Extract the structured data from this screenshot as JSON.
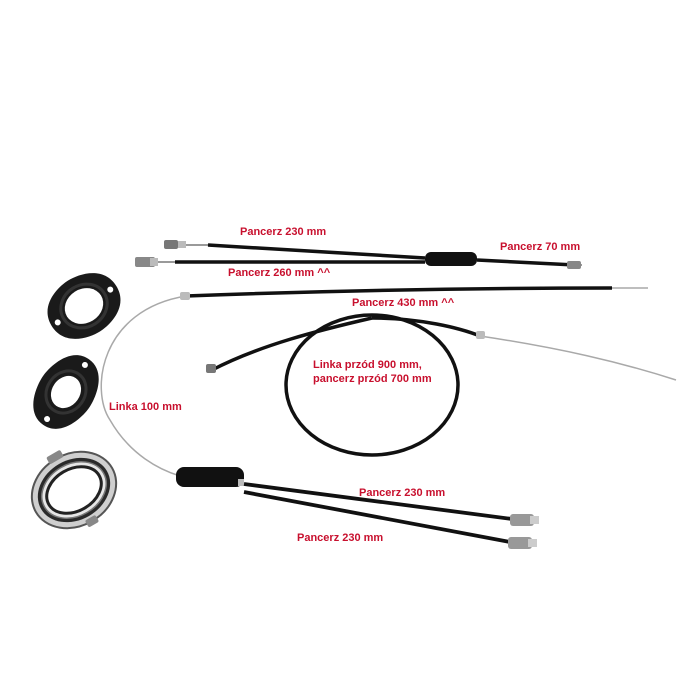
{
  "colors": {
    "label": "#c8102e",
    "housing": "#111111",
    "wire": "#a9a9a9",
    "metal": "#9a9a9a",
    "background": "#ffffff"
  },
  "labels": {
    "top_left_housing": "Pancerz 230 mm",
    "top_right_housing": "Pancerz 70 mm",
    "top_lower_housing": "Pancerz 260 mm ^^",
    "long_housing": "Pancerz 430 mm ^^",
    "front_brake": "Linka przód 900 mm, pancerz przód 700 mm",
    "wire_length": "Linka 100 mm",
    "bottom_upper_housing": "Pancerz 230 mm",
    "bottom_lower_housing": "Pancerz 230 mm"
  },
  "icons": [
    "mount-plate-icon",
    "mount-plate-icon",
    "rotor-bearing-icon",
    "cable-end-icon"
  ]
}
